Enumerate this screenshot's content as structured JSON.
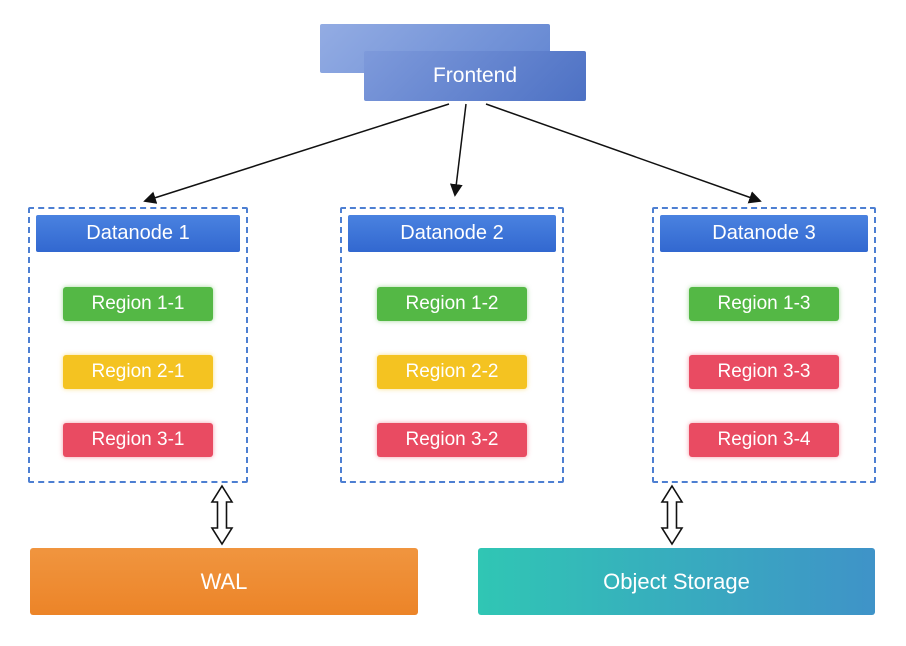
{
  "frontend": {
    "label": "Frontend"
  },
  "datanodes": [
    {
      "label": "Datanode 1",
      "regions": [
        {
          "label": "Region 1-1",
          "color": "green"
        },
        {
          "label": "Region 2-1",
          "color": "yellow"
        },
        {
          "label": "Region 3-1",
          "color": "red"
        }
      ]
    },
    {
      "label": "Datanode 2",
      "regions": [
        {
          "label": "Region 1-2",
          "color": "green"
        },
        {
          "label": "Region 2-2",
          "color": "yellow"
        },
        {
          "label": "Region 3-2",
          "color": "red"
        }
      ]
    },
    {
      "label": "Datanode 3",
      "regions": [
        {
          "label": "Region 1-3",
          "color": "green"
        },
        {
          "label": "Region 3-3",
          "color": "red"
        },
        {
          "label": "Region 3-4",
          "color": "red"
        }
      ]
    }
  ],
  "storage": {
    "wal_label": "WAL",
    "object_storage_label": "Object Storage"
  },
  "colors": {
    "datanode_header_blue": "#3a73d8",
    "dashed_border_blue": "#4d7fd2",
    "region_green": "#54b845",
    "region_yellow": "#f4c321",
    "region_red": "#e94b62",
    "frontend_blue": "#5e81cf",
    "wal_orange": "#ee8a33",
    "object_storage_teal_start": "#30c6b4",
    "object_storage_teal_end": "#3f93c8"
  }
}
